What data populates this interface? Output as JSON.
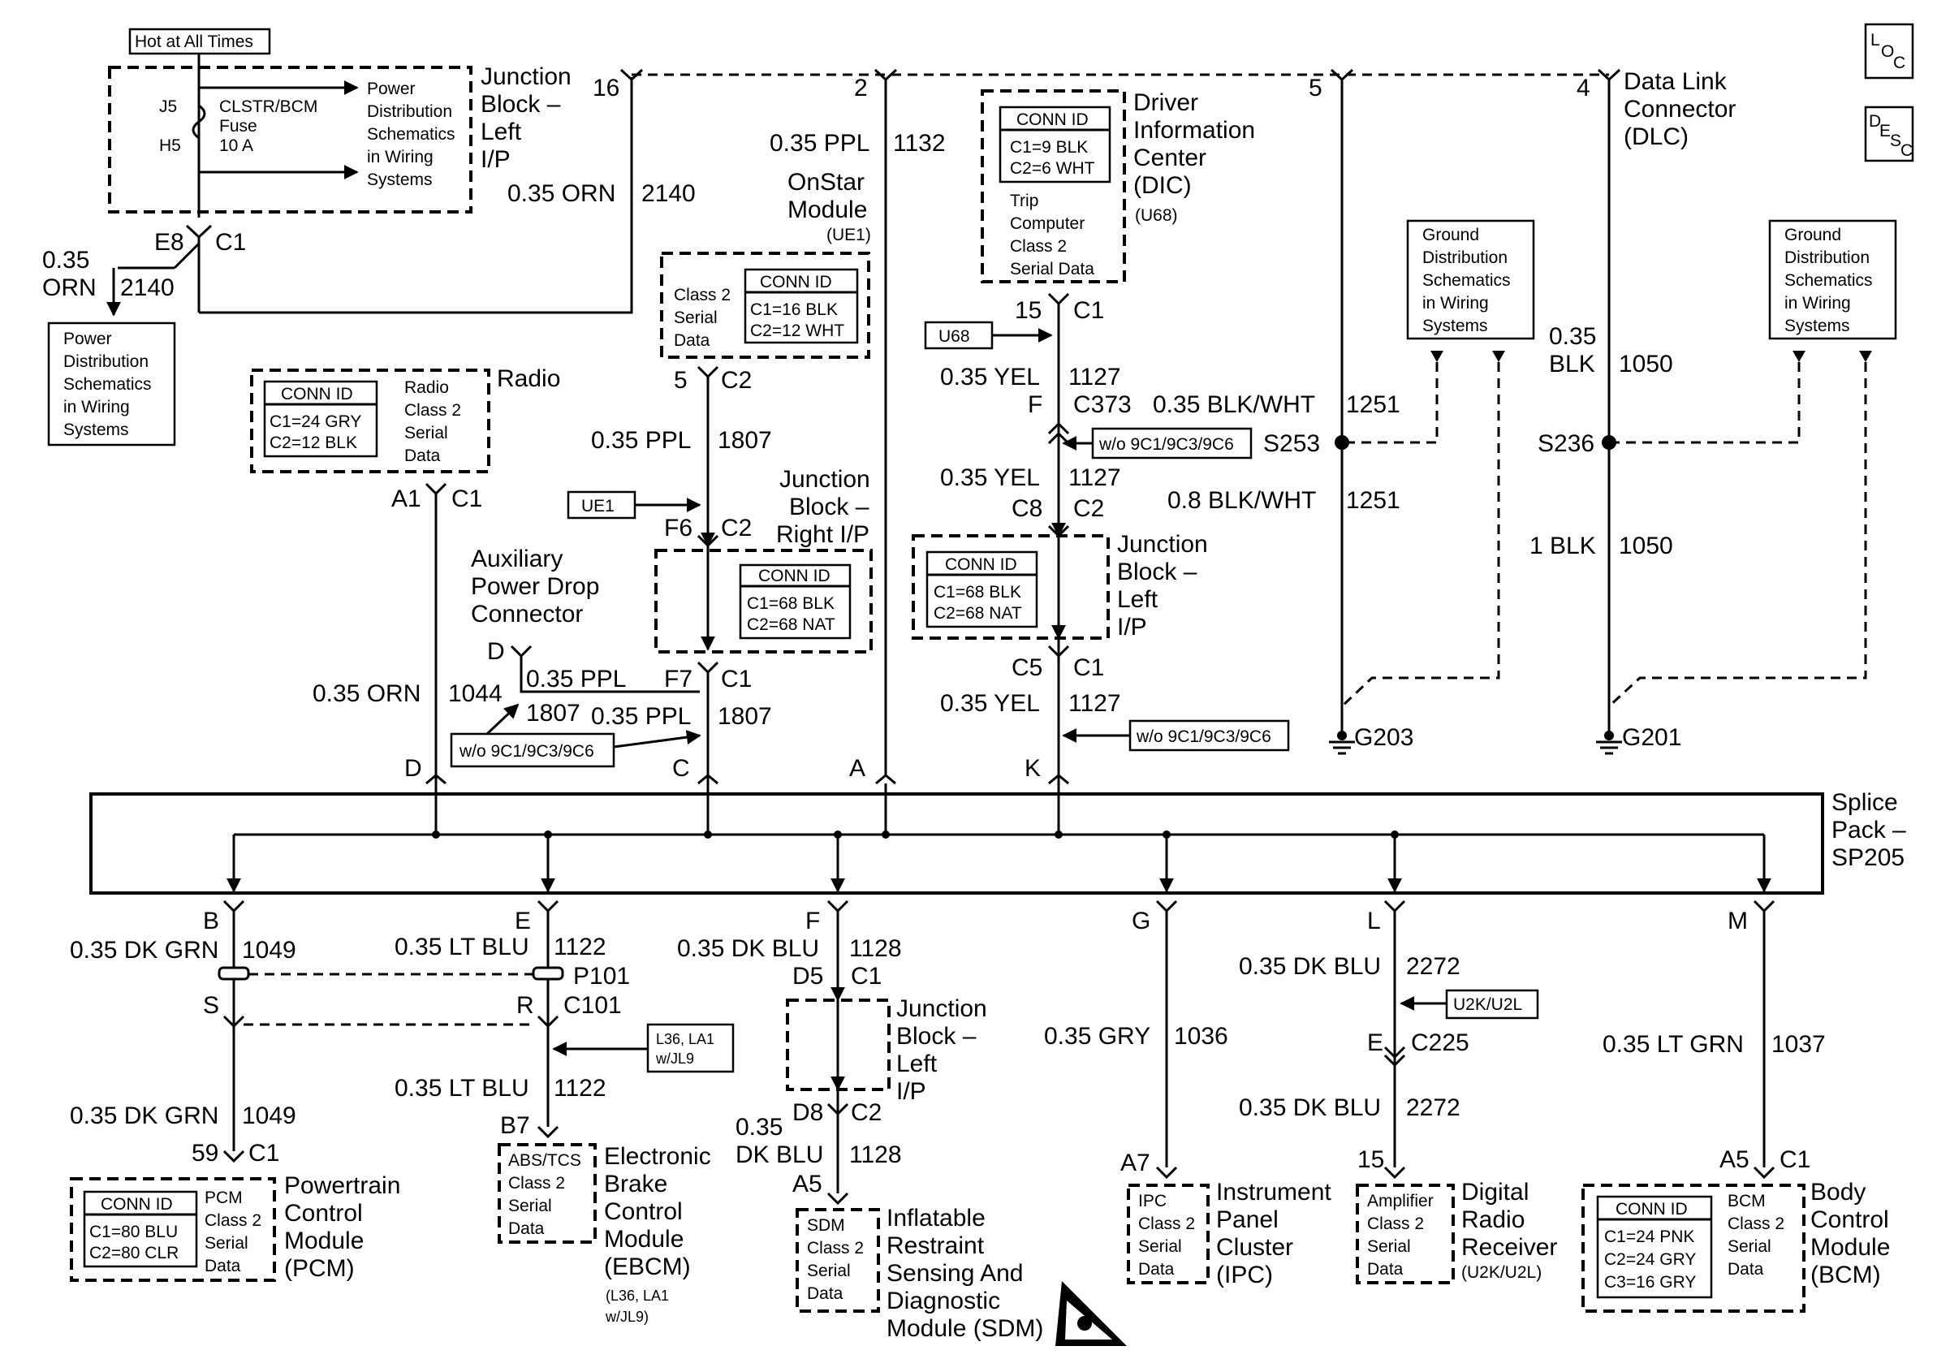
{
  "page": {
    "hot_label": "Hot at All Times",
    "loc_icon": "loc-icon",
    "desc_icon": "desc-icon",
    "esd_icon": "esd-warning-icon"
  },
  "fuse_block": {
    "j5": "J5",
    "h5": "H5",
    "fuse_lines": [
      "CLSTR/BCM",
      "Fuse",
      "10 A"
    ],
    "pd_lines": [
      "Power",
      "Distribution",
      "Schematics",
      "in Wiring",
      "Systems"
    ],
    "jb_lines": [
      "Junction",
      "Block –",
      "Left",
      "I/P"
    ],
    "e8": "E8",
    "c1": "C1",
    "wire_size": "0.35",
    "wire_color": "ORN",
    "circuit": "2140",
    "pd2_lines": [
      "Power",
      "Distribution",
      "Schematics",
      "in Wiring",
      "Systems"
    ]
  },
  "dlc": {
    "pins": [
      "16",
      "2",
      "5",
      "4"
    ],
    "title_lines": [
      "Data Link",
      "Connector",
      "(DLC)"
    ],
    "w_2140": "0.35 ORN",
    "c_2140": "2140",
    "w_1132": "0.35 PPL",
    "c_1132": "1132"
  },
  "onstar": {
    "title_lines": [
      "OnStar",
      "Module"
    ],
    "code": "(UE1)",
    "conn_head": "CONN ID",
    "conn_lines": [
      "C1=16 BLK",
      "C2=12 WHT"
    ],
    "serial_lines": [
      "Class 2",
      "Serial",
      "Data"
    ],
    "pin": "5",
    "conn": "C2",
    "wire": "0.35 PPL",
    "circuit": "1807"
  },
  "jb_right": {
    "ue1": "UE1",
    "f6": "F6",
    "c2": "C2",
    "title_lines": [
      "Junction",
      "Block –",
      "Right I/P"
    ],
    "conn_head": "CONN ID",
    "conn_lines": [
      "C1=68 BLK",
      "C2=68 NAT"
    ],
    "f7": "F7",
    "c1": "C1",
    "wire_bottom": "0.35 PPL",
    "circuit_bottom": "1807",
    "pin_c": "C"
  },
  "radio": {
    "conn_head": "CONN ID",
    "conn_lines": [
      "C1=24 GRY",
      "C2=12 BLK"
    ],
    "serial_lines": [
      "Radio",
      "Class 2",
      "Serial",
      "Data"
    ],
    "title": "Radio",
    "a1": "A1",
    "c1": "C1",
    "wire": "0.35 ORN",
    "circuit": "1044",
    "pin_d": "D"
  },
  "aux": {
    "title_lines": [
      "Auxiliary",
      "Power Drop",
      "Connector"
    ],
    "pin": "D",
    "wire": "0.35 PPL",
    "circuit": "1807",
    "option": "w/o 9C1/9C3/9C6"
  },
  "dic": {
    "title_lines": [
      "Driver",
      "Information",
      "Center",
      "(DIC)"
    ],
    "code": "(U68)",
    "conn_head": "CONN ID",
    "conn_lines": [
      "C1=9 BLK",
      "C2=6 WHT"
    ],
    "serial_lines": [
      "Trip",
      "Computer",
      "Class 2",
      "Serial Data"
    ],
    "u68": "U68",
    "pin": "15",
    "c1": "C1",
    "wire1": "0.35 YEL",
    "circuit1": "1127",
    "f": "F",
    "c373": "C373",
    "opt1": "w/o 9C1/9C3/9C6",
    "wire2": "0.35 YEL",
    "circuit2": "1127",
    "c8": "C8",
    "c2": "C2",
    "jb_lines": [
      "Junction",
      "Block –",
      "Left",
      "I/P"
    ],
    "conn2_head": "CONN ID",
    "conn2_lines": [
      "C1=68 BLK",
      "C2=68 NAT"
    ],
    "c5": "C5",
    "c1b": "C1",
    "wire3": "0.35 YEL",
    "circuit3": "1127",
    "opt2": "w/o 9C1/9C3/9C6",
    "pin_k": "K",
    "pin_a": "A"
  },
  "grounds": {
    "gd_lines": [
      "Ground",
      "Distribution",
      "Schematics",
      "in Wiring",
      "Systems"
    ],
    "w_1251a": "0.35 BLK/WHT",
    "c_1251a": "1251",
    "s253": "S253",
    "w_1251b": "0.8 BLK/WHT",
    "c_1251b": "1251",
    "g203": "G203",
    "w_1050a_size": "0.35",
    "w_1050a_color": "BLK",
    "c_1050a": "1050",
    "s236": "S236",
    "w_1050b": "1 BLK",
    "c_1050b": "1050",
    "g201": "G201"
  },
  "splice": {
    "title_lines": [
      "Splice",
      "Pack –",
      "SP205"
    ]
  },
  "pcm": {
    "pin_b": "B",
    "wire1": "0.35 DK GRN",
    "circuit1": "1049",
    "pin_s": "S",
    "wire2": "0.35 DK GRN",
    "circuit2": "1049",
    "pin": "59",
    "c1": "C1",
    "conn_head": "CONN ID",
    "conn_lines": [
      "C1=80 BLU",
      "C2=80 CLR"
    ],
    "serial_lines": [
      "PCM",
      "Class 2",
      "Serial",
      "Data"
    ],
    "title_lines": [
      "Powertrain",
      "Control",
      "Module",
      "(PCM)"
    ]
  },
  "ebcm": {
    "pin_e": "E",
    "wire1": "0.35 LT BLU",
    "circuit1": "1122",
    "p101": "P101",
    "pin_r": "R",
    "c101": "C101",
    "opt": [
      "L36, LA1",
      "w/JL9"
    ],
    "wire2": "0.35 LT BLU",
    "circuit2": "1122",
    "b7": "B7",
    "serial_lines": [
      "ABS/TCS",
      "Class 2",
      "Serial",
      "Data"
    ],
    "title_lines": [
      "Electronic",
      "Brake",
      "Control",
      "Module",
      "(EBCM)"
    ],
    "code_lines": [
      "(L36, LA1",
      "w/JL9)"
    ]
  },
  "sdm": {
    "pin_f": "F",
    "wire1": "0.35 DK BLU",
    "circuit1": "1128",
    "d5": "D5",
    "c1": "C1",
    "jb_lines": [
      "Junction",
      "Block –",
      "Left",
      "I/P"
    ],
    "d8": "D8",
    "c2": "C2",
    "wire2_size": "0.35",
    "wire2_color": "DK BLU",
    "circuit2": "1128",
    "a5": "A5",
    "serial_lines": [
      "SDM",
      "Class 2",
      "Serial",
      "Data"
    ],
    "title_lines": [
      "Inflatable",
      "Restraint",
      "Sensing And",
      "Diagnostic",
      "Module (SDM)"
    ]
  },
  "ipc": {
    "pin_g": "G",
    "wire": "0.35 GRY",
    "circuit": "1036",
    "a7": "A7",
    "serial_lines": [
      "IPC",
      "Class 2",
      "Serial",
      "Data"
    ],
    "title_lines": [
      "Instrument",
      "Panel",
      "Cluster",
      "(IPC)"
    ]
  },
  "radio_rx": {
    "pin_l": "L",
    "wire1": "0.35 DK BLU",
    "circuit1": "2272",
    "opt": "U2K/U2L",
    "pin_e": "E",
    "c225": "C225",
    "wire2": "0.35 DK BLU",
    "circuit2": "2272",
    "pin": "15",
    "serial_lines": [
      "Amplifier",
      "Class 2",
      "Serial",
      "Data"
    ],
    "title_lines": [
      "Digital",
      "Radio",
      "Receiver"
    ],
    "code": "(U2K/U2L)"
  },
  "bcm": {
    "pin_m": "M",
    "wire": "0.35 LT GRN",
    "circuit": "1037",
    "a5": "A5",
    "c1": "C1",
    "conn_head": "CONN ID",
    "conn_lines": [
      "C1=24 PNK",
      "C2=24 GRY",
      "C3=16 GRY"
    ],
    "serial_lines": [
      "BCM",
      "Class 2",
      "Serial",
      "Data"
    ],
    "title_lines": [
      "Body",
      "Control",
      "Module",
      "(BCM)"
    ]
  }
}
